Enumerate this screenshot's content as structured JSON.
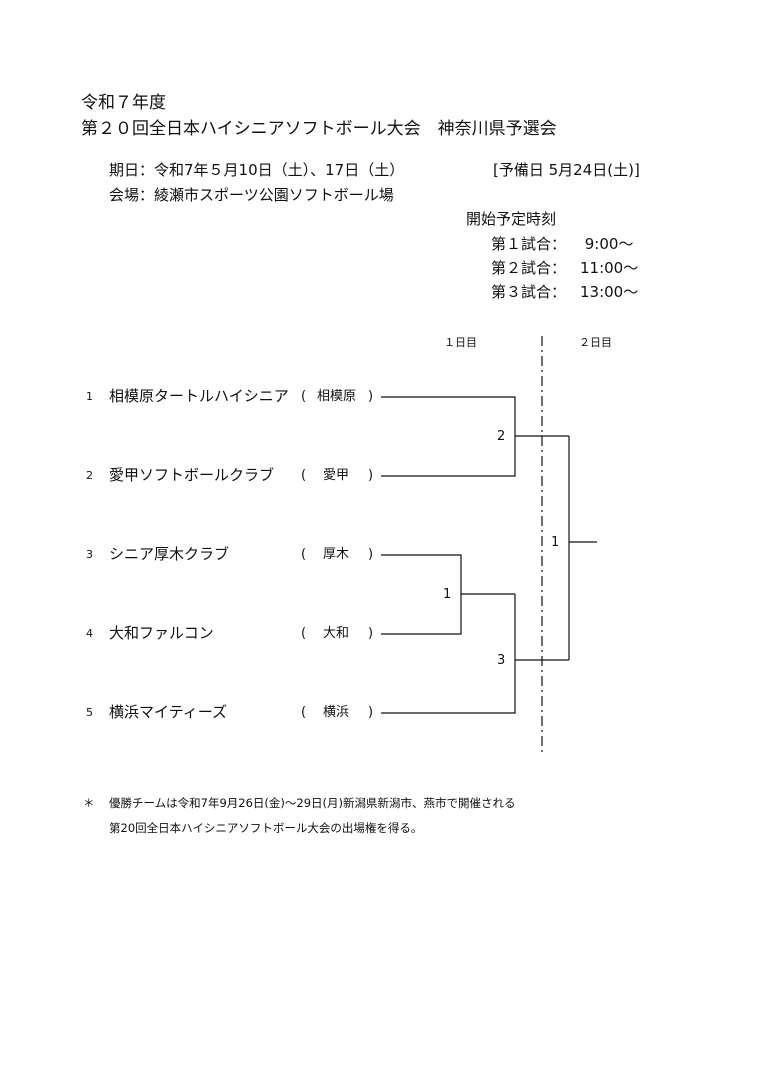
{
  "header": {
    "year": "令和７年度",
    "title": "第２０回全日本ハイシニアソフトボール大会　神奈川県予選会"
  },
  "info": {
    "dates": "期日：令和7年５月10日（土）、17日（土）",
    "reserve": "[予備日 5月24日(土)]",
    "venue": "会場：綾瀬市スポーツ公園ソフトボール場"
  },
  "schedule": {
    "title": "開始予定時刻",
    "games": [
      {
        "label": "第１試合：",
        "time": " 9:00～"
      },
      {
        "label": "第２試合：",
        "time": "11:00～"
      },
      {
        "label": "第３試合：",
        "time": "13:00～"
      }
    ]
  },
  "bracket": {
    "day1": "１日目",
    "day2": "２日目",
    "teams": [
      {
        "seed": "1",
        "name": "相模原タートルハイシニア",
        "city": "相模原"
      },
      {
        "seed": "2",
        "name": "愛甲ソフトボールクラブ",
        "city": "愛甲"
      },
      {
        "seed": "3",
        "name": "シニア厚木クラブ",
        "city": "厚木"
      },
      {
        "seed": "4",
        "name": "大和ファルコン",
        "city": "大和"
      },
      {
        "seed": "5",
        "name": "横浜マイティーズ",
        "city": "横浜"
      }
    ],
    "games": {
      "g_top": "2",
      "g_bottom_first": "1",
      "g_bottom_second": "3",
      "g_final": "1"
    }
  },
  "note": {
    "mark": "＊",
    "line1": "優勝チームは令和7年9月26日(金)～29日(月)新潟県新潟市、燕市で開催される",
    "line2": "第20回全日本ハイシニアソフトボール大会の出場権を得る。"
  }
}
